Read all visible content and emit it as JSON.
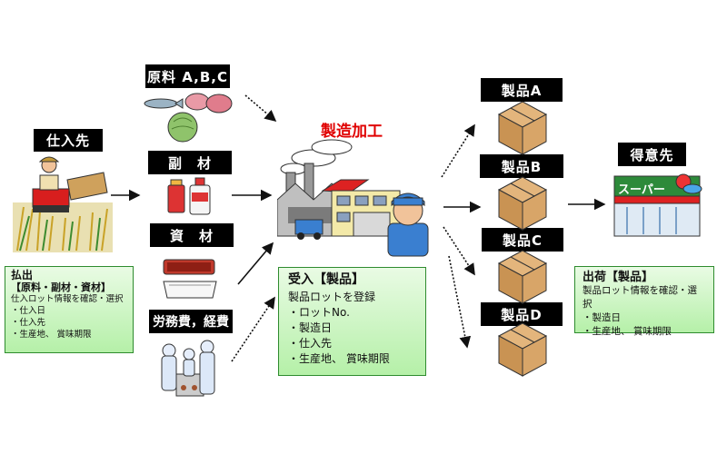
{
  "supplier": {
    "label": "仕入先"
  },
  "raw": {
    "label": "原料 A,B,C"
  },
  "sub": {
    "label": "副　材"
  },
  "mat": {
    "label": "資　材"
  },
  "labor": {
    "label": "労務費，経費"
  },
  "factory": {
    "title": "製造加工"
  },
  "products": [
    "製品A",
    "製品B",
    "製品C",
    "製品D"
  ],
  "customer": {
    "label": "得意先",
    "store_sign": "スーパー"
  },
  "payout": {
    "title": "払出",
    "subtitle": "【原料・副材・資材】",
    "desc": "仕入ロット情報を確認・選択",
    "items": [
      "・仕入日",
      "・仕入先",
      "・生産地、 賞味期限"
    ]
  },
  "receive": {
    "title": "受入【製品】",
    "desc": "製品ロットを登録",
    "items": [
      "・ロットNo.",
      "・製造日",
      "・仕入先",
      "・生産地、 賞味期限"
    ]
  },
  "ship": {
    "title": "出荷【製品】",
    "desc": "製品ロット情報を確認・選択",
    "items": [
      "・製造日",
      "・生産地、 賞味期限"
    ]
  }
}
